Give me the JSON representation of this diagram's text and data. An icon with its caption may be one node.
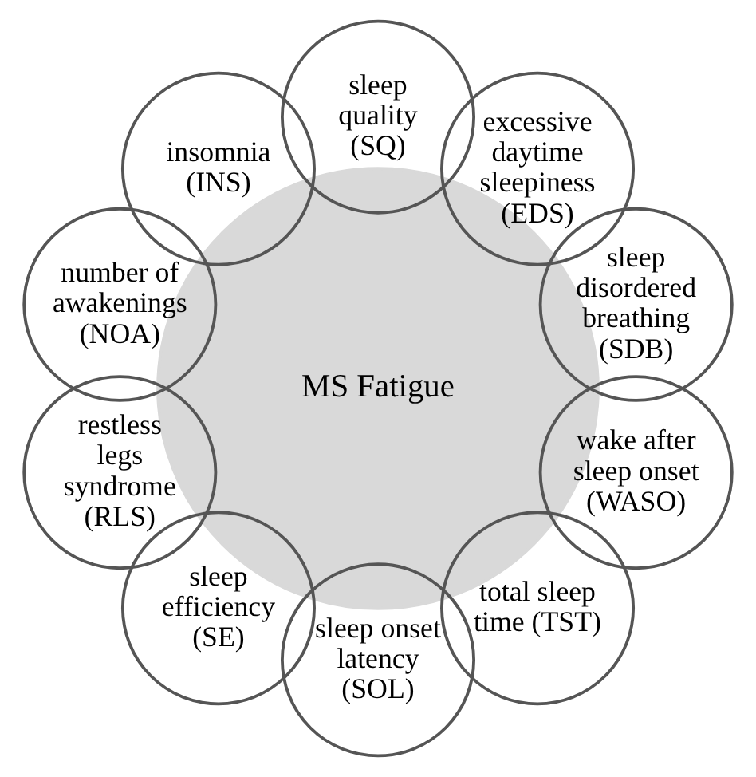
{
  "diagram": {
    "nodes": [
      {
        "text": [
          "MS Fatigue"
        ]
      },
      {
        "text": [
          "sleep disordered breathing (SDB)"
        ]
      },
      {
        "text": [
          "excessive daytime sleepiness (EDS)"
        ]
      },
      {
        "text": [
          "sleep quality (SQ)"
        ]
      },
      {
        "text": [
          "insomnia (INS)"
        ]
      },
      {
        "text": [
          "number of awakenings (NOA)"
        ]
      },
      {
        "text": [
          "restless legs syndrome (RLS)"
        ]
      },
      {
        "text": [
          "sleep efficiency (SE)"
        ]
      },
      {
        "text": [
          "sleep onset latency (SOL)"
        ]
      },
      {
        "text": [
          "total sleep time (TST)"
        ]
      },
      {
        "text": [
          "wake after sleep onset (WASO)"
        ]
      }
    ],
    "edges": []
  }
}
